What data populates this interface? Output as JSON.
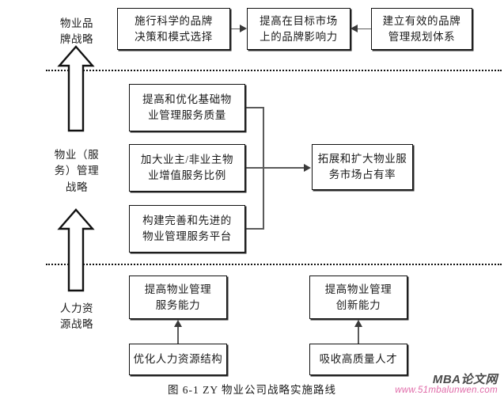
{
  "figure": {
    "caption": "图 6-1  ZY 物业公司战略实施路线",
    "watermark_title": "MBA论文网",
    "watermark_url": "www.51mbalunwen.com",
    "watermark_url_color": "#e06aa8"
  },
  "tiers": [
    {
      "id": "brand",
      "label": "物业品\n牌战略"
    },
    {
      "id": "service",
      "label": "物业（服\n务）管理\n战略"
    },
    {
      "id": "hr",
      "label": "人力资\n源战略"
    }
  ],
  "nodes": {
    "brand_decision": "施行科学的品牌\n决策和模式选择",
    "brand_influence": "提高在目标市场\n上的品牌影响力",
    "brand_system": "建立有效的品牌\n管理规划体系",
    "service_quality": "提高和优化基础物\n业管理服务质量",
    "service_value": "加大业主/非业主物\n业增值服务比例",
    "service_platform": "构建完善和先进的\n物业管理服务平台",
    "market_share": "拓展和扩大物业服\n务市场占有率",
    "hr_capability": "提高物业管理\n服务能力",
    "hr_innovation": "提高物业管理\n创新能力",
    "hr_structure": "优化人力资源结构",
    "hr_talent": "吸收高质量人才"
  }
}
